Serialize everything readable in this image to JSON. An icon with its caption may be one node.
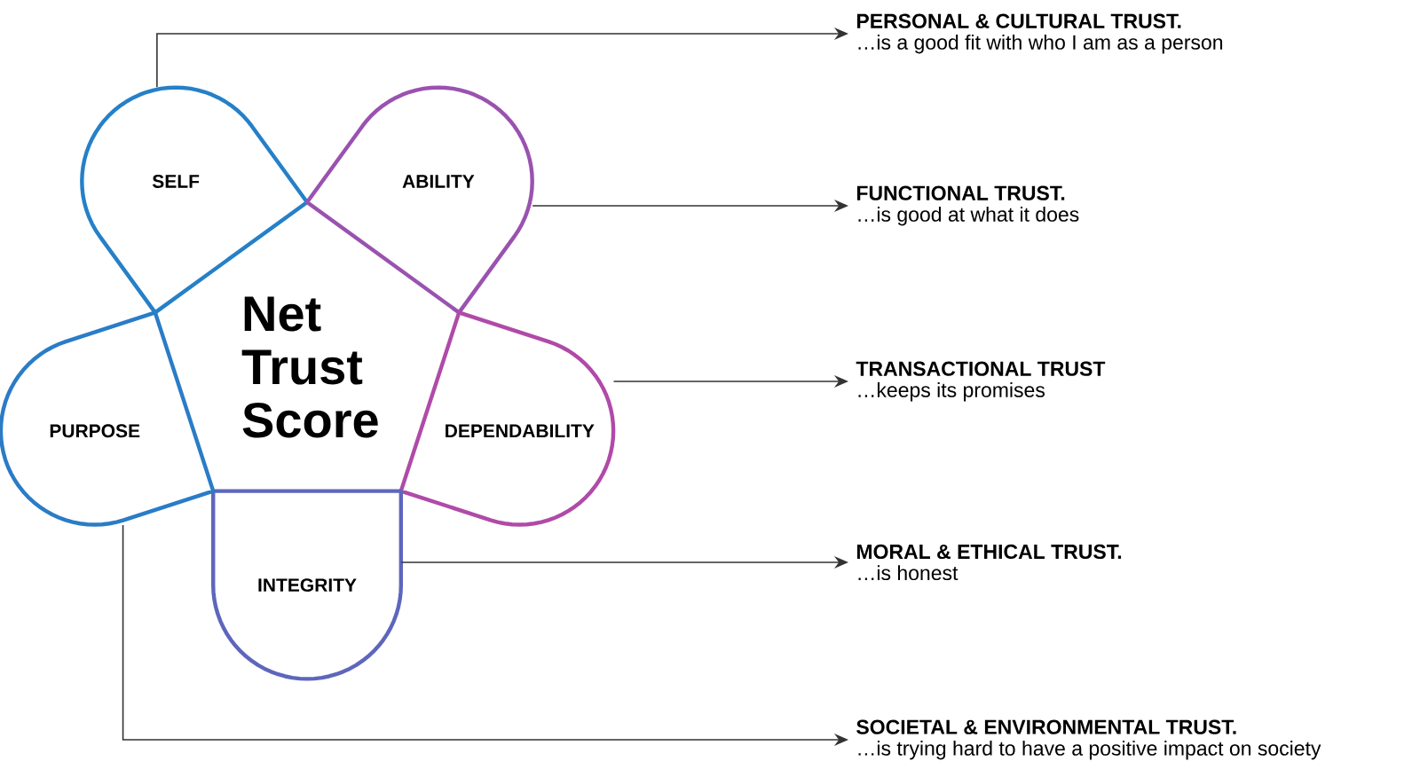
{
  "diagram": {
    "nodes": [
      {
        "text": [
          "Net Trust Score"
        ]
      },
      {
        "text": [
          "SELF"
        ]
      },
      {
        "text": [
          "ABILITY"
        ]
      },
      {
        "text": [
          "DEPENDABILITY"
        ]
      },
      {
        "text": [
          "INTEGRITY"
        ]
      },
      {
        "text": [
          "PURPOSE"
        ]
      },
      {
        "text": [
          "PERSONAL & CULTURAL TRUST.",
          "…is a good fit with who I am as a person"
        ]
      },
      {
        "text": [
          "FUNCTIONAL TRUST.",
          "…is good at what it does"
        ]
      },
      {
        "text": [
          "TRANSACTIONAL TRUST",
          "…keeps its promises"
        ]
      },
      {
        "text": [
          "MORAL & ETHICAL TRUST.",
          "…is honest"
        ]
      },
      {
        "text": [
          "SOCIETAL & ENVIRONMENTAL TRUST.",
          "…is trying hard to have a positive impact on society"
        ]
      }
    ],
    "edges": [
      {
        "from": 1,
        "to": 6,
        "arrow": "to"
      },
      {
        "from": 2,
        "to": 7,
        "arrow": "to"
      },
      {
        "from": 3,
        "to": 8,
        "arrow": "to"
      },
      {
        "from": 4,
        "to": 9,
        "arrow": "to"
      },
      {
        "from": 5,
        "to": 10,
        "arrow": "to"
      }
    ]
  }
}
